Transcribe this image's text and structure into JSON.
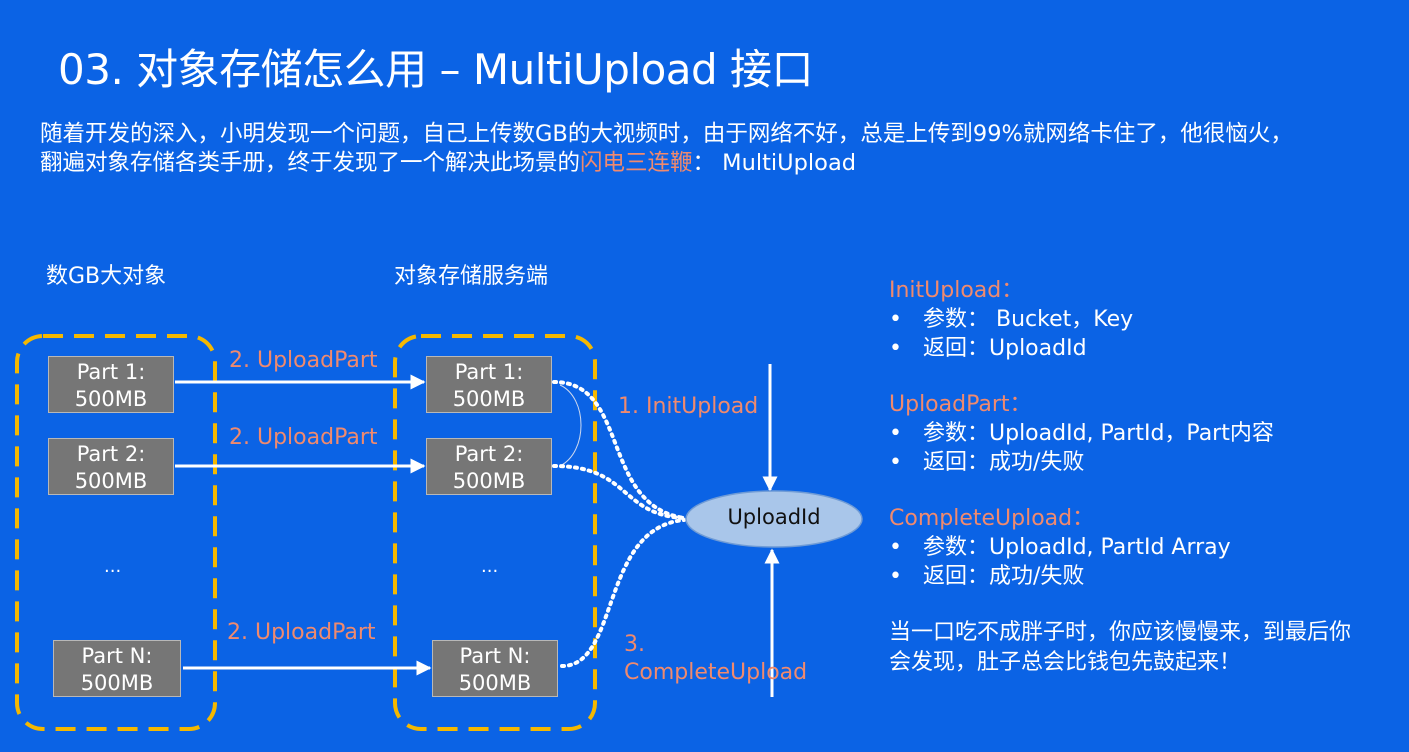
{
  "title": "03. 对象存储怎么用 –  MultiUpload 接口",
  "intro": {
    "line1": "随着开发的深入，小明发现一个问题，自己上传数GB的大视频时，由于网络不好，总是上传到99%就网络卡住了，他很恼火，",
    "line2_prefix": "翻遍对象存储各类手册，终于发现了一个解决此场景的",
    "line2_highlight": "闪电三连鞭",
    "line2_suffix": "：  MultiUpload"
  },
  "left_label": "数GB大对象",
  "right_label": "对象存储服务端",
  "left_parts": {
    "p1": {
      "line1": "Part 1:",
      "line2": "500MB"
    },
    "p2": {
      "line1": "Part 2:",
      "line2": "500MB"
    },
    "ellipsis": "...",
    "pn": {
      "line1": "Part N:",
      "line2": "500MB"
    }
  },
  "right_parts": {
    "p1": {
      "line1": "Part 1:",
      "line2": "500MB"
    },
    "p2": {
      "line1": "Part 2:",
      "line2": "500MB"
    },
    "ellipsis": "...",
    "pn": {
      "line1": "Part N:",
      "line2": "500MB"
    }
  },
  "edges": {
    "upload_part_1": "2. UploadPart",
    "upload_part_2": "2. UploadPart",
    "upload_part_n": "2. UploadPart",
    "init_upload": "1. InitUpload",
    "complete_line1": "3.",
    "complete_line2": "CompleteUpload"
  },
  "uploadid_node": "UploadId",
  "info": {
    "init": {
      "title": "InitUpload：",
      "b1": "参数：  Bucket，Key",
      "b2": "返回：UploadId"
    },
    "part": {
      "title": "UploadPart：",
      "b1": "参数：UploadId, PartId，Part内容",
      "b2": "返回：成功/失败"
    },
    "complete": {
      "title": "CompleteUpload：",
      "b1": "参数：UploadId, PartId Array",
      "b2": "返回：成功/失败"
    },
    "bullet": "•",
    "footer_line1": "当一口吃不成胖子时，你应该慢慢来，到最后你",
    "footer_line2": "会发现，肚子总会比钱包先鼓起来！"
  },
  "colors": {
    "background": "#0b63e5",
    "highlight": "#f08a6e",
    "dashed_border": "#f5b800",
    "part_box": "#767676",
    "uploadid_fill": "#a9c6ea"
  }
}
